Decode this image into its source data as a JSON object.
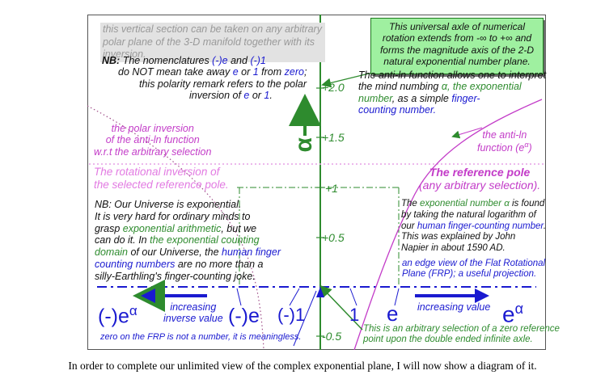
{
  "banner": "this vertical section can be taken on any arbitrary polar plane of the 3-D manifold together with its inversion.",
  "green_box": "This universal axle of numerical rotation extends from -∞ to +∞ and forms the magnitude axis of the 2-D natural exponential number plane.",
  "nb1": {
    "line1_a": "NB:",
    "line1_b": " The nomenclatures ",
    "line1_c": "(-)e",
    "line1_d": " and ",
    "line1_e": "(-)1",
    "line2_a": "do NOT mean take away ",
    "line2_b": "e",
    "line2_c": " or ",
    "line2_d": "1",
    "line2_e": " from ",
    "line2_f": "zero",
    "line2_g": ";",
    "line3": "this polarity remark refers to the polar",
    "line4_a": "inversion of ",
    "line4_b": "e",
    "line4_c": " or ",
    "line4_d": "1",
    "line4_e": "."
  },
  "polar_inversion_label": [
    "the polar inversion",
    "of the anti-ln function",
    "w.r.t the arbitrary selection"
  ],
  "rotational_inversion_label": [
    "The rotational inversion of",
    "the selected reference pole."
  ],
  "nb2": {
    "l1": "NB: Our Universe is exponential.",
    "l2": "It is very hard for ordinary minds to",
    "l3": "grasp ",
    "l3b": "exponential arithmetic",
    "l3c": ", but we",
    "l4a": "can do it. In ",
    "l4b": "the exponential counting",
    "l5a": "domain",
    "l5b": " of our Universe, the ",
    "l5c": "human finger",
    "l6a": "counting numbers",
    "l6b": " are no more than a",
    "l7": "silly-Earthling's finger-counting joke."
  },
  "anti_ln_text": {
    "l1": "The anti-ln function allows one to interpret",
    "l2a": "the mind numbing ",
    "l2b": "α, the exponential",
    "l3a": "number",
    "l3b": ", as a simple ",
    "l3c": "finger-",
    "l4": "counting number."
  },
  "anti_ln_label": {
    "l1": "the anti-ln",
    "l2": "function (e",
    "sup": "α",
    "l2end": ")"
  },
  "reference_pole": {
    "l1": "The reference pole",
    "l2": "(any arbitrary selection)."
  },
  "exp_number_text": {
    "l1a": "The ",
    "l1b": "exponential number α",
    "l1c": " is found",
    "l2": "by taking the natural logarithm of",
    "l3a": "our ",
    "l3b": "human finger-counting number",
    "l3c": ".",
    "l4": "This was explained by John",
    "l5": "Napier in about 1590 AD."
  },
  "edge_view": [
    "an edge view of the Flat Rotational",
    "Plane (FRP); a useful projection."
  ],
  "axis_ticks": [
    "+2.0",
    "+1.5",
    "+1",
    "+0.5",
    "-0.5"
  ],
  "alpha": "α",
  "bottom": {
    "left_exp_a": "(-)e",
    "left_exp_sup": "α",
    "increasing_inverse": [
      "increasing",
      "inverse value"
    ],
    "neg_e": "(-)e",
    "neg_1": "(-)1",
    "one": "1",
    "e": "e",
    "increasing_value": "increasing value",
    "right_exp_a": "e",
    "right_exp_sup": "α"
  },
  "zero_note": "zero on the FRP is not a number, it is meaningless.",
  "arbitrary_note": [
    "This is an arbitrary selection of a zero reference",
    "point upon the double ended infinite axle."
  ],
  "caption": "In order to complete our unlimited view of the complex exponential plane, I will now show a diagram of it.",
  "colors": {
    "green": "#2e8b2e",
    "blue": "#1a1ad0",
    "magenta": "#c33cc8",
    "light_magenta": "#e27ae2",
    "box_green": "#9ff0a0"
  }
}
